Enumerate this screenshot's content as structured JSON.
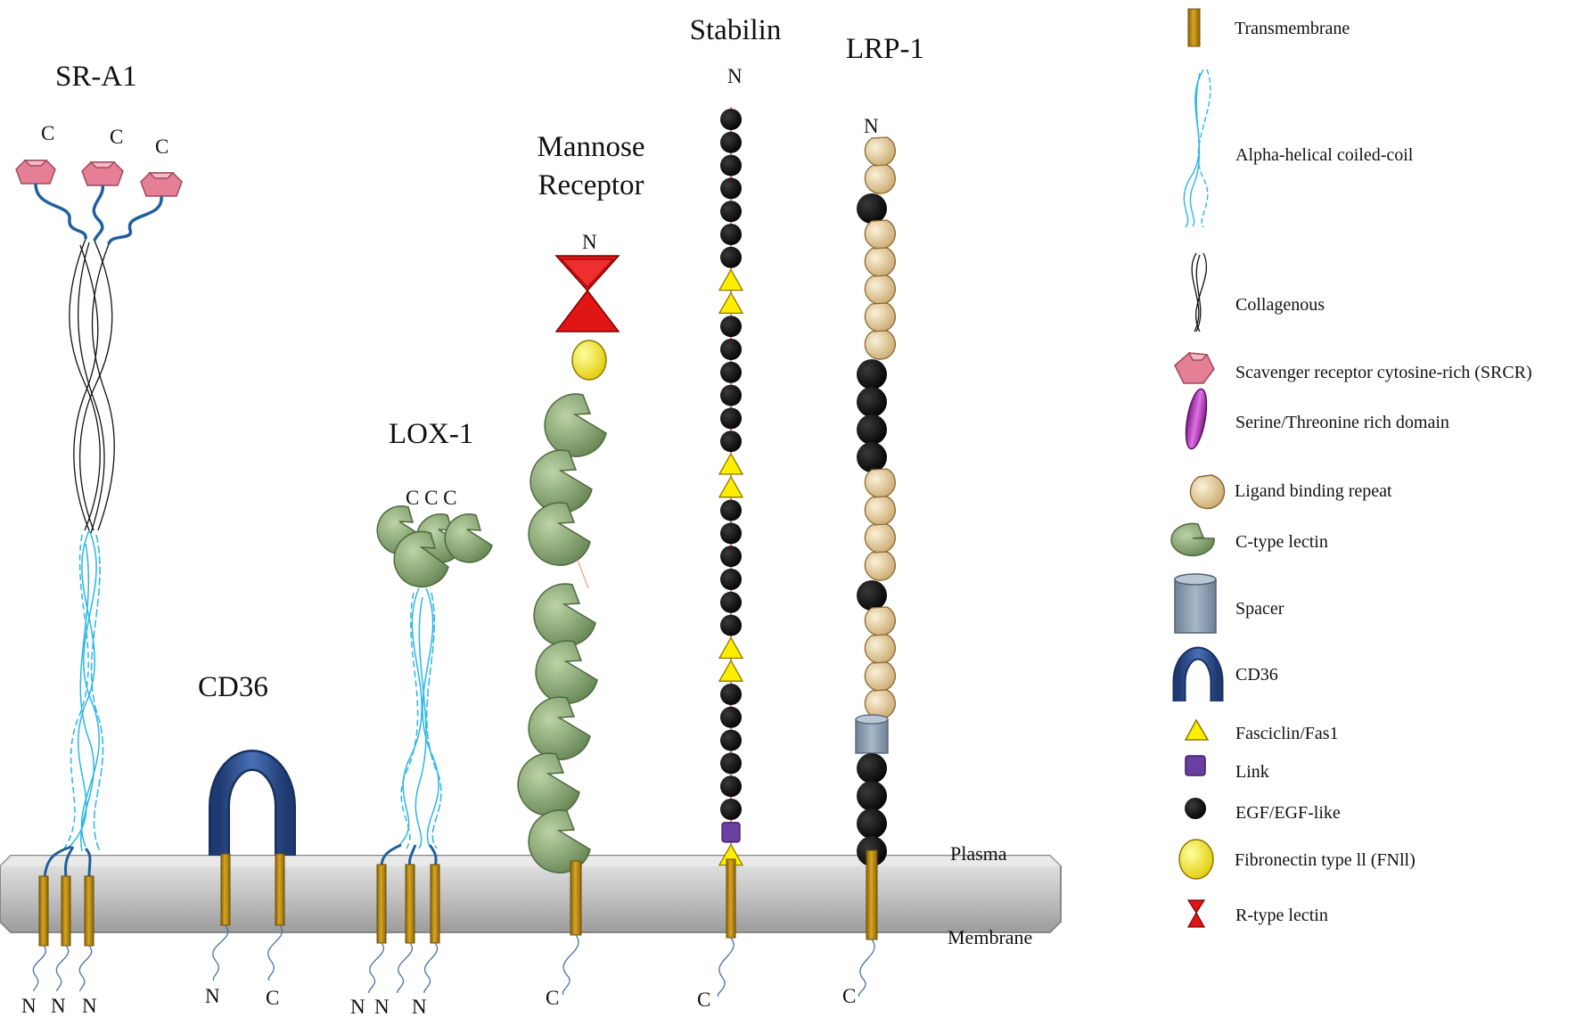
{
  "receptors": {
    "sra1": {
      "title": "SR-A1",
      "c_labels": [
        "C",
        "C",
        "C"
      ],
      "n_labels": [
        "N",
        "N",
        "N"
      ]
    },
    "cd36": {
      "title": "CD36",
      "n_label": "N",
      "c_label": "C"
    },
    "lox1": {
      "title": "LOX-1",
      "c_labels": "C C C",
      "n_labels": [
        "N",
        "N",
        "N"
      ]
    },
    "mannose": {
      "title_line1": "Mannose",
      "title_line2": "Receptor",
      "n_label": "N",
      "c_label": "C"
    },
    "stabilin": {
      "title": "Stabilin",
      "n_label": "N",
      "c_label": "C"
    },
    "lrp1": {
      "title": "LRP-1",
      "n_label": "N",
      "c_label": "C"
    }
  },
  "membrane": {
    "label_top": "Plasma",
    "label_bottom": "Membrane"
  },
  "legend": [
    {
      "icon": "transmembrane-icon",
      "label": "Transmembrane"
    },
    {
      "icon": "alpha-helical-coiled-coil-icon",
      "label": "Alpha-helical coiled-coil"
    },
    {
      "icon": "collagenous-icon",
      "label": "Collagenous"
    },
    {
      "icon": "srcr-icon",
      "label": "Scavenger receptor  cytosine-rich (SRCR)"
    },
    {
      "icon": "serine-threonine-icon",
      "label": "Serine/Threonine rich domain"
    },
    {
      "icon": "ligand-binding-repeat-icon",
      "label": "Ligand binding repeat"
    },
    {
      "icon": "c-type-lectin-icon",
      "label": "C-type lectin"
    },
    {
      "icon": "spacer-icon",
      "label": "Spacer"
    },
    {
      "icon": "cd36-icon",
      "label": "CD36"
    },
    {
      "icon": "fasciclin-icon",
      "label": "Fasciclin/Fas1"
    },
    {
      "icon": "link-icon",
      "label": "Link"
    },
    {
      "icon": "egf-icon",
      "label": "EGF/EGF-like"
    },
    {
      "icon": "fibronectin-icon",
      "label": "Fibronectin type ll (FNll)"
    },
    {
      "icon": "r-type-lectin-icon",
      "label": "R-type lectin"
    }
  ],
  "colors": {
    "transmembrane": "#b8860b",
    "coiled_coil": "#29b6e8",
    "srcr": "#e47f95",
    "serine_threonine": "#c040c8",
    "ligand_repeat": "#e8d4a8",
    "c_type_lectin": "#8fae7a",
    "spacer": "#8a9bb0",
    "cd36": "#2f4f8f",
    "fasciclin": "#ffee00",
    "link": "#6b3fa0",
    "egf": "#000000",
    "fibronectin": "#ffee00",
    "r_type_lectin": "#dd1111",
    "membrane": "#c8c8c8"
  }
}
